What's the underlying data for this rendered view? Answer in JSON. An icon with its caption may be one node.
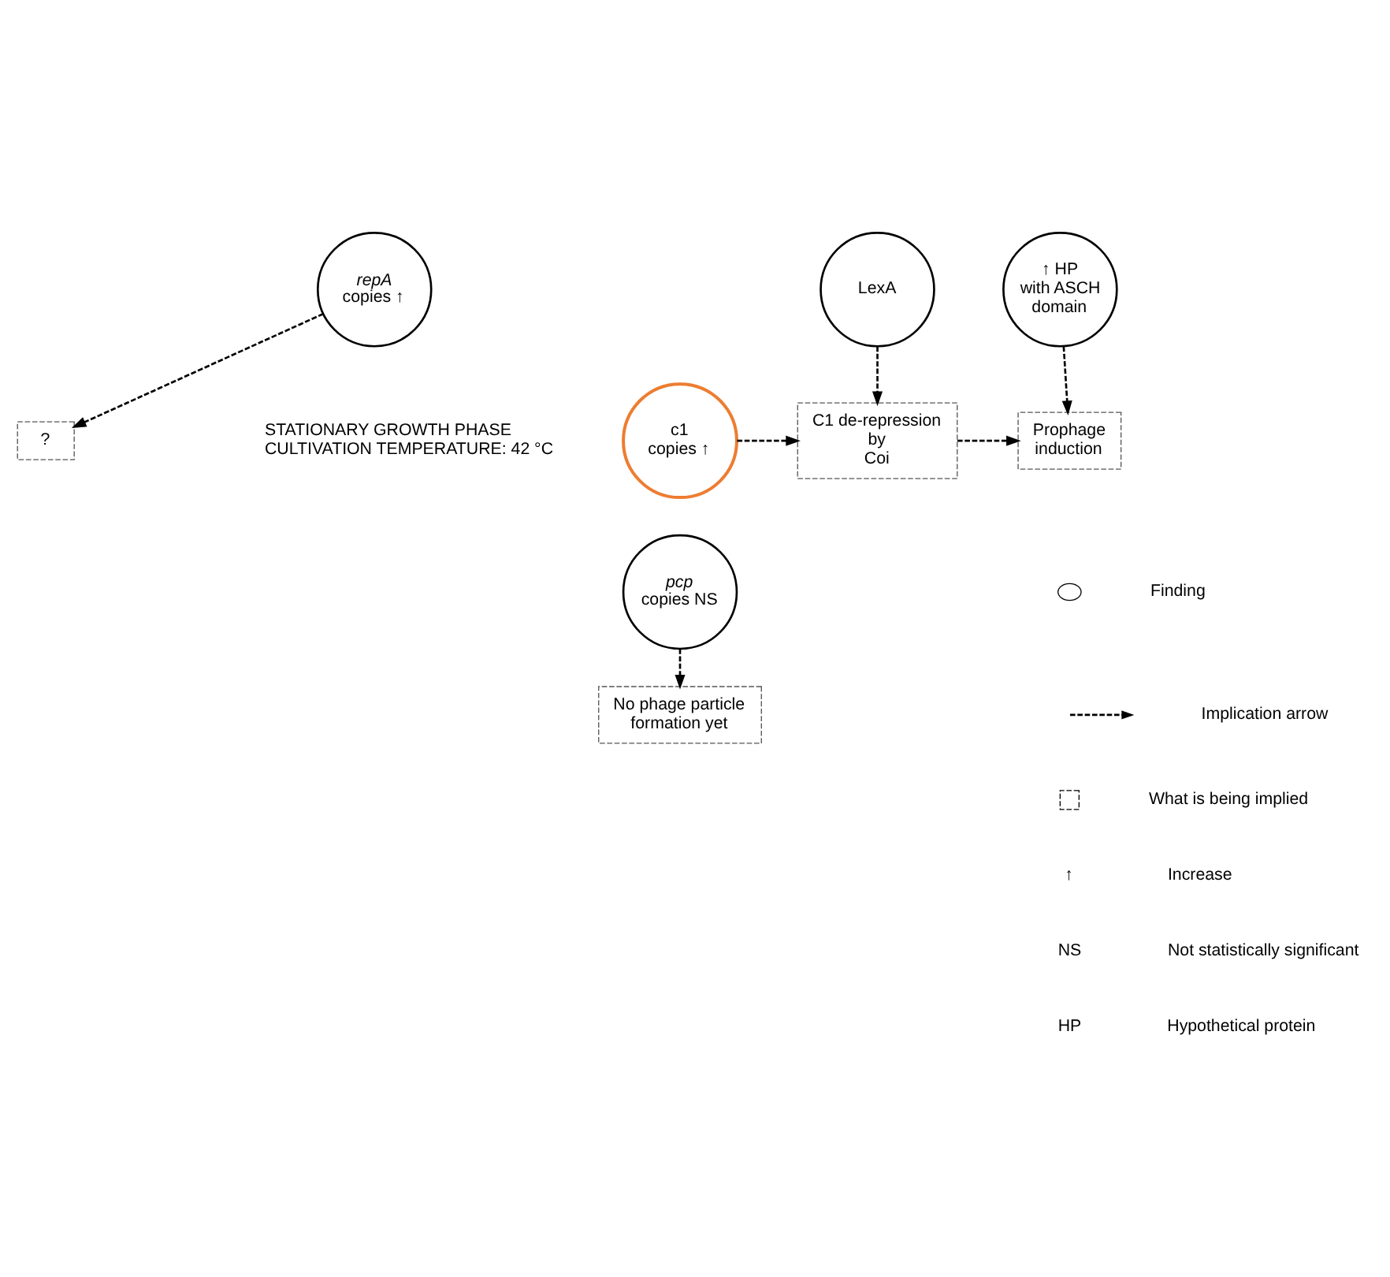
{
  "diagram": {
    "nodes": [
      {
        "text": [
          "?"
        ]
      },
      {
        "text": [
          "*repA* copies ↑"
        ]
      },
      {
        "text": [
          "LexA"
        ]
      },
      {
        "text": [
          "↑ HP with ASCH domain"
        ]
      },
      {
        "text": [
          "c1 copies ↑"
        ]
      },
      {
        "text": [
          "C1 de-repression by Coi"
        ]
      },
      {
        "text": [
          "Prophage induction"
        ]
      },
      {
        "text": [
          "*pcp* copies NS"
        ]
      },
      {
        "text": [
          "No phage particle formation yet"
        ]
      }
    ],
    "edges": [
      {
        "from": 1,
        "to": 0,
        "arrow": "to",
        "style": "dashed"
      },
      {
        "from": 2,
        "to": 5,
        "arrow": "to",
        "style": "dashed"
      },
      {
        "from": 3,
        "to": 6,
        "arrow": "to",
        "style": "dashed"
      },
      {
        "from": 4,
        "to": 5,
        "arrow": "to",
        "style": "dashed"
      },
      {
        "from": 5,
        "to": 6,
        "arrow": "to",
        "style": "dashed"
      },
      {
        "from": 7,
        "to": 8,
        "arrow": "to",
        "style": "dashed"
      }
    ],
    "labels": [
      "STATIONARY GROWTH PHASE",
      "CULTIVATION TEMPERATURE: 42 °C",
      "↑",
      "NS",
      "HP"
    ],
    "legend": [
      {
        "text": "Finding"
      },
      {
        "text": "Implication arrow"
      },
      {
        "text": "What is being implied"
      },
      {
        "text": "Increase"
      },
      {
        "text": "Not statistically significant"
      },
      {
        "text": "Hypothetical protein"
      }
    ]
  }
}
